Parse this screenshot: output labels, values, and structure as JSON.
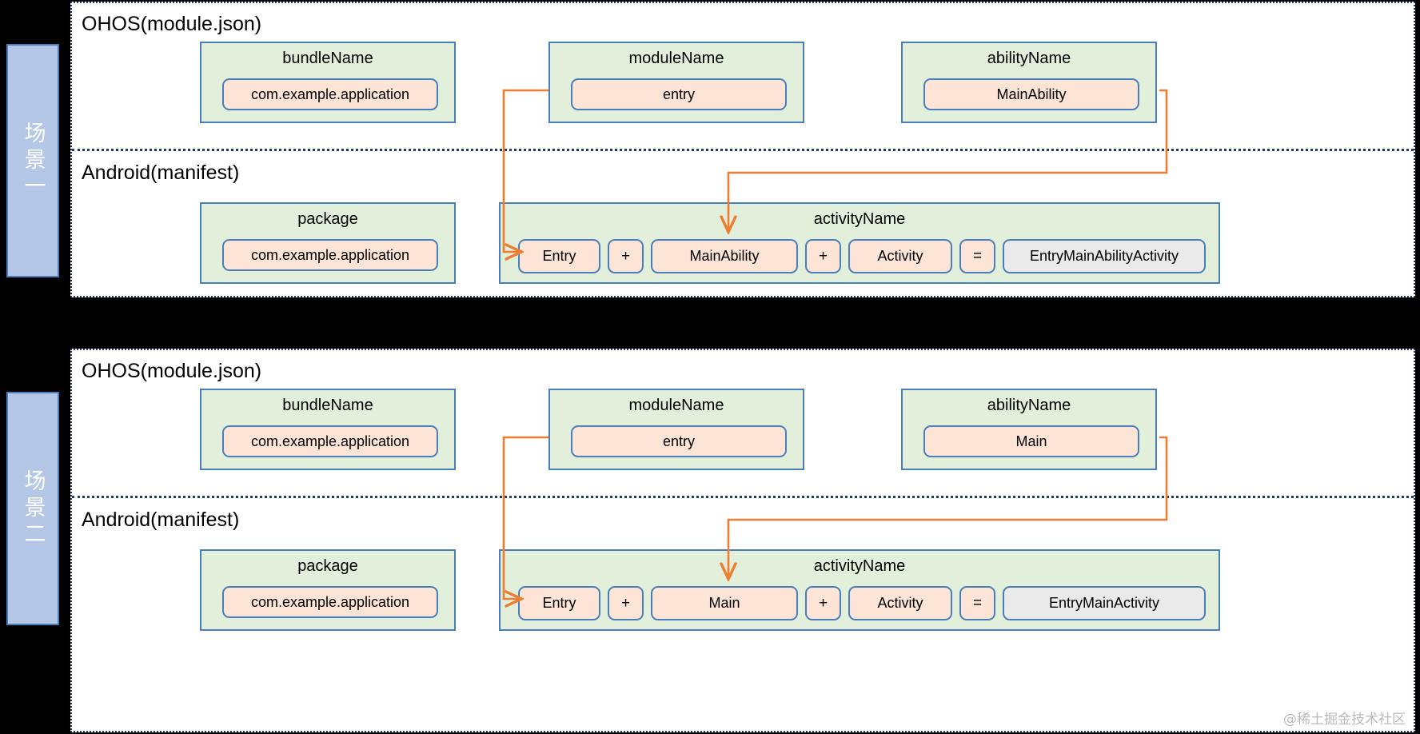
{
  "watermark": "@稀土掘金技术社区",
  "accent_colors": {
    "arrow": "#ED7D31",
    "group_fill": "#E2EFDA",
    "chip_fill": "#FCE4D6",
    "result_fill": "#EAEAEA",
    "border": "#4A7EBB",
    "tab_fill": "#B4C7E7",
    "panel_border": "#1F3864",
    "background": "#000000"
  },
  "scenarios": [
    {
      "tab_label": "场景一",
      "ohos": {
        "title": "OHOS(module.json)",
        "groups": [
          {
            "title": "bundleName",
            "value": "com.example.application"
          },
          {
            "title": "moduleName",
            "value": "entry"
          },
          {
            "title": "abilityName",
            "value": "MainAbility"
          }
        ]
      },
      "android": {
        "title": "Android(manifest)",
        "package_group": {
          "title": "package",
          "value": "com.example.application"
        },
        "activity_group": {
          "title": "activityName",
          "parts": [
            "Entry",
            "+",
            "MainAbility",
            "+",
            "Activity",
            "="
          ],
          "result": "EntryMainAbilityActivity"
        }
      }
    },
    {
      "tab_label": "场景二",
      "ohos": {
        "title": "OHOS(module.json)",
        "groups": [
          {
            "title": "bundleName",
            "value": "com.example.application"
          },
          {
            "title": "moduleName",
            "value": "entry"
          },
          {
            "title": "abilityName",
            "value": "Main"
          }
        ]
      },
      "android": {
        "title": "Android(manifest)",
        "package_group": {
          "title": "package",
          "value": "com.example.application"
        },
        "activity_group": {
          "title": "activityName",
          "parts": [
            "Entry",
            "+",
            "Main",
            "+",
            "Activity",
            "="
          ],
          "result": "EntryMainActivity"
        }
      }
    }
  ]
}
